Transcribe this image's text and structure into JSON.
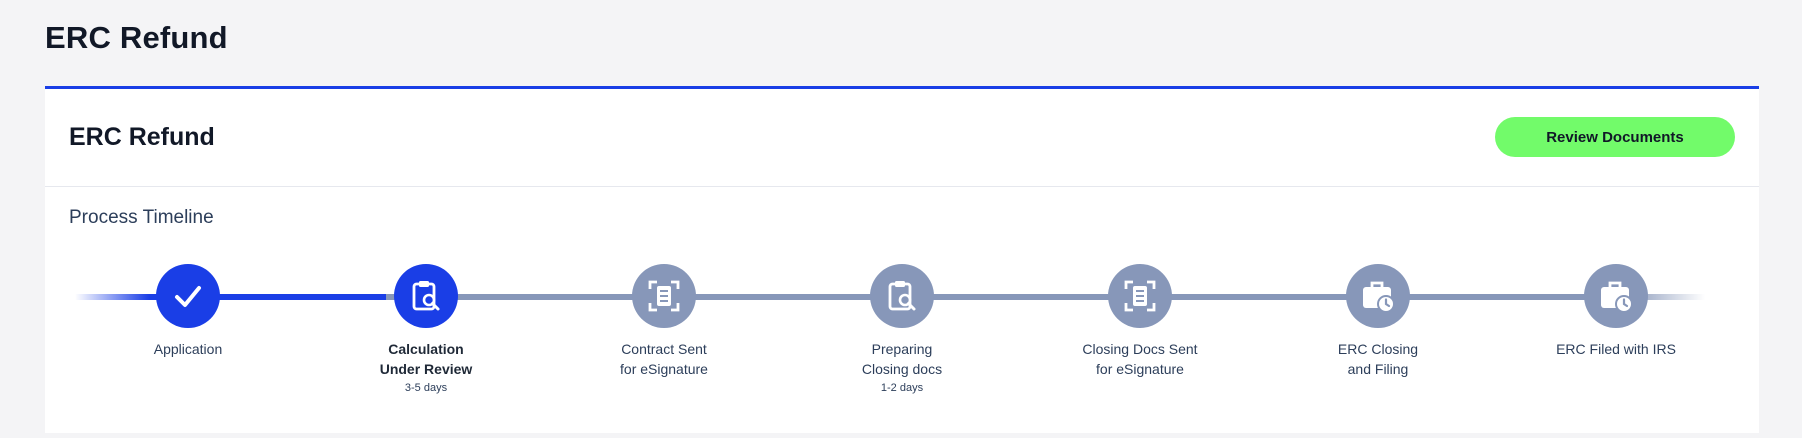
{
  "page": {
    "title": "ERC Refund"
  },
  "card": {
    "title": "ERC Refund",
    "review_button_label": "Review Documents",
    "section_title": "Process Timeline"
  },
  "colors": {
    "accent": "#1a3ee6",
    "inactive": "#8797b9",
    "button": "#72fb6a"
  },
  "timeline": {
    "steps": [
      {
        "label": "Application",
        "sub": "",
        "status": "done",
        "icon": "check-icon"
      },
      {
        "label": "Calculation\nUnder Review",
        "sub": "3-5 days",
        "status": "current",
        "icon": "clipboard-search-icon"
      },
      {
        "label": "Contract Sent\nfor eSignature",
        "sub": "",
        "status": "pending",
        "icon": "document-scan-icon"
      },
      {
        "label": "Preparing\nClosing docs",
        "sub": "1-2 days",
        "status": "pending",
        "icon": "clipboard-search-icon"
      },
      {
        "label": "Closing Docs Sent\nfor eSignature",
        "sub": "",
        "status": "pending",
        "icon": "document-scan-icon"
      },
      {
        "label": "ERC Closing\nand Filing",
        "sub": "",
        "status": "pending",
        "icon": "briefcase-clock-icon"
      },
      {
        "label": "ERC Filed with IRS",
        "sub": "",
        "status": "pending",
        "icon": "briefcase-clock-icon"
      }
    ]
  }
}
